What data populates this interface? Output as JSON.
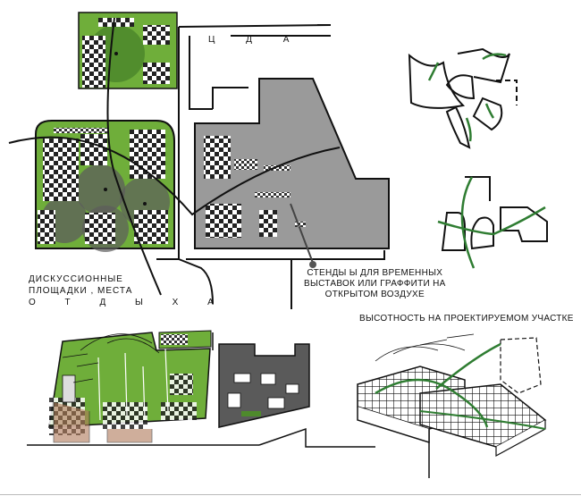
{
  "labels": {
    "cda": "Ц Д А",
    "discussion": {
      "line1": "ДИСКУССИОННЫЕ",
      "line2": "ПЛОЩАДКИ , МЕСТА",
      "line3": "О Т Д Ы Х А"
    },
    "stands": {
      "line1": "СТЕНДЫ Ы ДЛЯ ВРЕМЕННЫХ",
      "line2": "ВЫСТАВОК ИЛИ ГРАФФИТИ НА",
      "line3": "ОТКРЫТОМ ВОЗДУХЕ"
    },
    "height": "ВЫСОТНОСТЬ НА ПРОЕКТИРУЕМОМ УЧАСТКЕ"
  },
  "colors": {
    "green": "#6fae3a",
    "dark_green": "#2f7d32",
    "gray_plot": "#9a9a9a",
    "dark_gray": "#5a5a5a",
    "black": "#111111"
  }
}
